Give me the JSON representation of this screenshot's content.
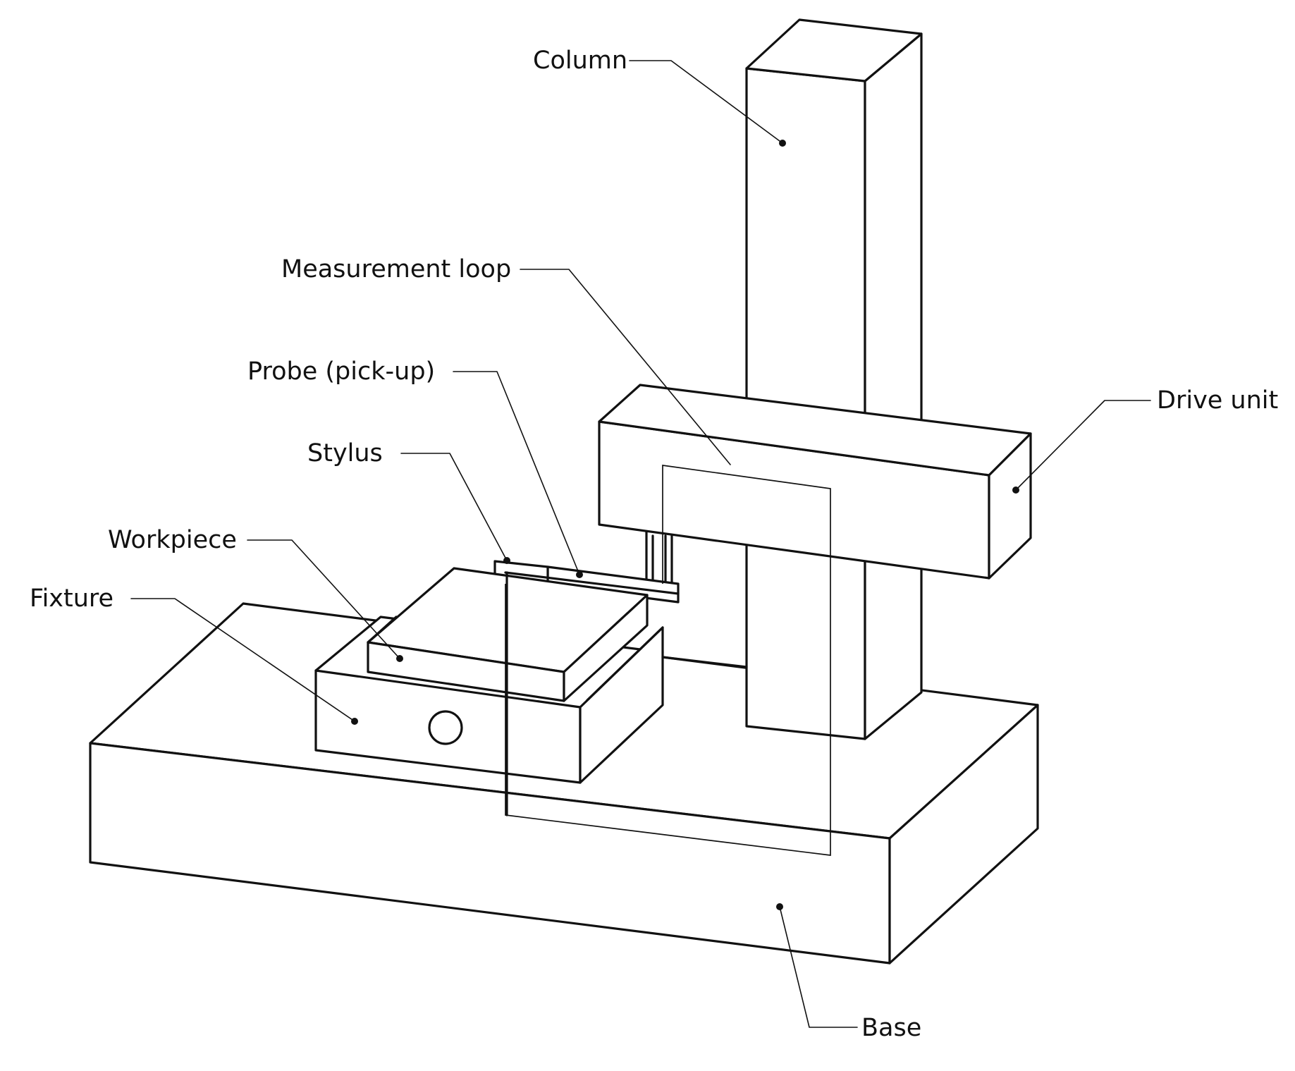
{
  "labels": {
    "column": "Column",
    "measurement_loop": "Measurement loop",
    "probe": "Probe (pick-up)",
    "drive_unit": "Drive unit",
    "stylus": "Stylus",
    "workpiece": "Workpiece",
    "fixture": "Fixture",
    "base": "Base"
  }
}
